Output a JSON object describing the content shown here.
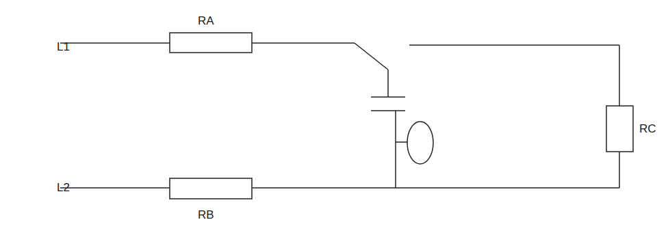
{
  "diagram": {
    "labels": [
      "L1",
      "L2",
      "RA",
      "RB",
      "RC"
    ]
  }
}
